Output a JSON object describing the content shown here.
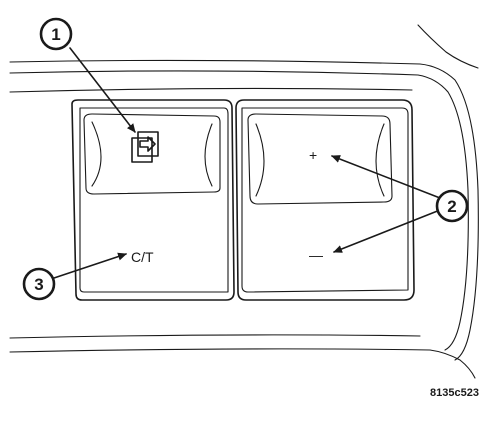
{
  "callouts": [
    {
      "number": "1"
    },
    {
      "number": "2"
    },
    {
      "number": "3"
    }
  ],
  "buttons": {
    "left": {
      "icon": "transfer-arrow-icon",
      "label": "C/T"
    },
    "right": {
      "top_symbol": "+",
      "bottom_symbol": "—"
    }
  },
  "figure_id": "8135c523",
  "colors": {
    "ink": "#1a1a1a",
    "background": "#ffffff"
  }
}
